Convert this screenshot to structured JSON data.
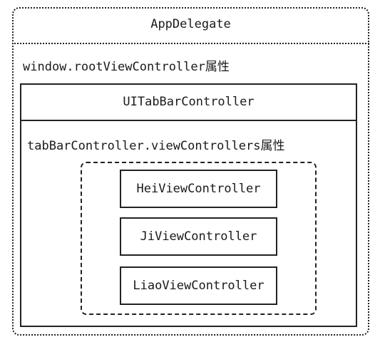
{
  "app_delegate": {
    "title": "AppDelegate",
    "root_label": "window.rootViewController属性"
  },
  "tab_bar_controller": {
    "title": "UITabBarController",
    "children_label": "tabBarController.viewControllers属性",
    "view_controllers": [
      {
        "label": "HeiViewController"
      },
      {
        "label": "JiViewController"
      },
      {
        "label": "LiaoViewController"
      }
    ]
  }
}
